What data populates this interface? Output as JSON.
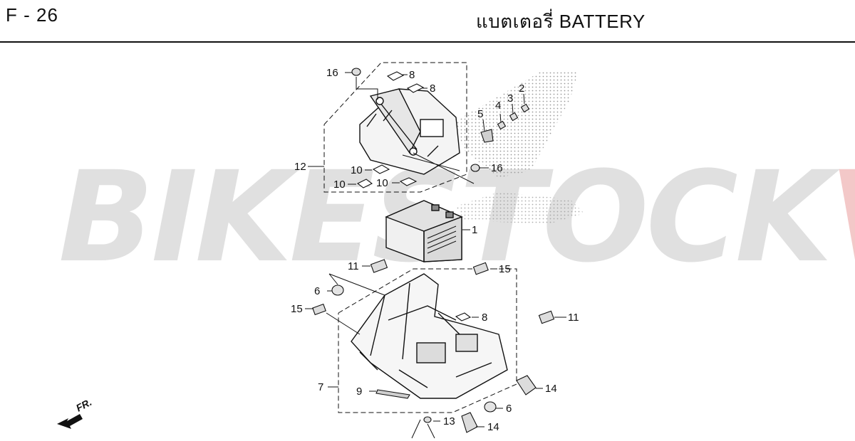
{
  "header": {
    "code": "F - 26",
    "title": "แบตเตอรี่  BATTERY"
  },
  "watermark": {
    "part1": "BIKESTOCK",
    "part2": "VN",
    "color1": "#dedede",
    "color2": "#f3c4c4"
  },
  "direction_marker": "FR.",
  "callouts": [
    "16",
    "8",
    "8",
    "2",
    "3",
    "4",
    "5",
    "12",
    "10",
    "10",
    "10",
    "16",
    "1",
    "11",
    "15",
    "6",
    "15",
    "8",
    "11",
    "7",
    "9",
    "14",
    "6",
    "13",
    "14"
  ]
}
